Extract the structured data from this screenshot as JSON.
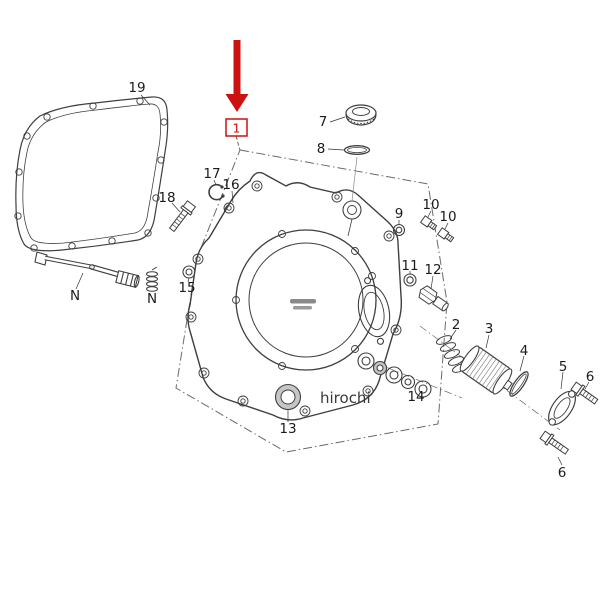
{
  "watermark": "hirochi",
  "callout": {
    "label": "1"
  },
  "colors": {
    "accent": "#cc1111",
    "line": "#3f3f3f",
    "label": "#1b1b1b"
  },
  "labels": [
    {
      "text": "19"
    },
    {
      "text": "7"
    },
    {
      "text": "8"
    },
    {
      "text": "17"
    },
    {
      "text": "16"
    },
    {
      "text": "18"
    },
    {
      "text": "9"
    },
    {
      "text": "10"
    },
    {
      "text": "10"
    },
    {
      "text": "11"
    },
    {
      "text": "12"
    },
    {
      "text": "15"
    },
    {
      "text": "N"
    },
    {
      "text": "N"
    },
    {
      "text": "13"
    },
    {
      "text": "14"
    },
    {
      "text": "2"
    },
    {
      "text": "3"
    },
    {
      "text": "4"
    },
    {
      "text": "5"
    },
    {
      "text": "6"
    },
    {
      "text": "6"
    }
  ]
}
